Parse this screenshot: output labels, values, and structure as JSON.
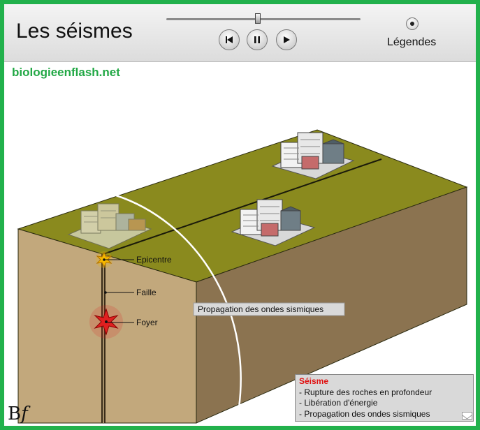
{
  "header": {
    "title": "Les séismes",
    "legend_label": "Légendes"
  },
  "controls": {
    "prev_icon": "skip-back-icon",
    "pause_icon": "pause-icon",
    "play_icon": "play-icon",
    "progress": 0.47
  },
  "site": "biologieenflash.net",
  "labels": {
    "epicenter": "Epicentre",
    "fault": "Faille",
    "focus": "Foyer",
    "propagation": "Propagation des ondes sismiques"
  },
  "info_box": {
    "title": "Séisme",
    "lines": [
      "- Rupture des roches en profondeur",
      "- Libération d'énergie",
      "- Propagation des ondes sismiques"
    ]
  },
  "logo": {
    "b": "B",
    "f": "f"
  },
  "colors": {
    "frame": "#22b14c",
    "ground_top": "#8a8a1e",
    "front_face": "#c2a87c",
    "side_face": "#8b7350",
    "focus_star": "#e02020",
    "epicenter_star": "#f5b800"
  }
}
